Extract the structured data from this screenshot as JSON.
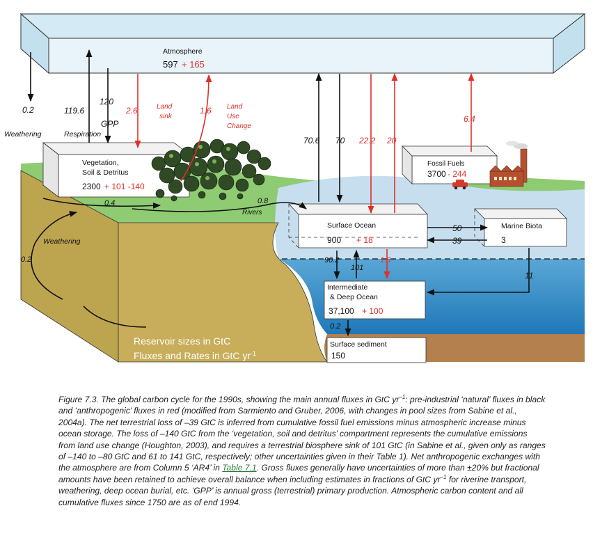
{
  "atmosphere": {
    "label": "Atmosphere",
    "pool": "597",
    "change": "+ 165"
  },
  "vegetation": {
    "label1": "Vegetation,",
    "label2": "Soil & Detritus",
    "pool": "2300",
    "change": "+ 101 -140"
  },
  "fossil": {
    "label": "Fossil Fuels",
    "pool": "3700",
    "change": "- 244"
  },
  "surface_ocean": {
    "label": "Surface Ocean",
    "pool": "900",
    "change": "+ 18"
  },
  "marine_biota": {
    "label": "Marine Biota",
    "pool": "3"
  },
  "deep_ocean": {
    "label1": "Intermediate",
    "label2": "& Deep Ocean",
    "pool": "37,100",
    "change": "+ 100"
  },
  "sediment": {
    "label": "Surface sediment",
    "pool": "150"
  },
  "fluxes": {
    "weathering_atm": "0.2",
    "weathering_atm_label": "Weathering",
    "respiration": "119.6",
    "respiration_label": "Respiration",
    "gpp": "120",
    "gpp_label": "GPP",
    "land_sink": "2.6",
    "land_sink_label1": "Land",
    "land_sink_label2": "sink",
    "land_use": "1.6",
    "land_use_label1": "Land",
    "land_use_label2": "Use",
    "land_use_label3": "Change",
    "ocean_up": "70.6",
    "ocean_down": "70",
    "ocean_anthro_down": "22.2",
    "ocean_anthro_up": "20",
    "fossil_emission": "6.4",
    "rivers_small": "0.4",
    "rivers": "0.8",
    "rivers_label": "Rivers",
    "weathering_ground": "0.2",
    "weathering_ground_label": "Weathering",
    "to_biota": "50",
    "from_biota": "39",
    "biota_down": "11",
    "down_mix": "90.2",
    "up_mix": "101",
    "anthro_down_mix": "1.6",
    "burial": "0.2"
  },
  "legend": {
    "line1": "Reservoir sizes in GtC",
    "line2": "Fluxes and Rates in GtC yr",
    "line2_sup": "-1"
  },
  "caption": {
    "part1": "Figure 7.3. The global carbon cycle for the 1990s, showing the main annual fluxes in GtC yr",
    "sup1": "–1",
    "part2": ": pre-industrial ‘natural’ fluxes in black and ‘anthropogenic’ fluxes in red (modified from Sarmiento and Gruber, 2006, with changes in pool sizes from Sabine et al., 2004a). The net terrestrial loss of –39 GtC is inferred from cumulative fossil fuel emissions minus atmospheric increase minus ocean storage. The loss of –140 GtC from the ‘vegetation, soil and detritus’ compartment represents the cumulative emissions from land use change (Houghton, 2003), and requires a terrestrial biosphere sink of 101 GtC (in Sabine et al., given only as ranges of –140 to –80 GtC and 61 to 141 GtC, respectively; other uncertainties given in their Table 1). Net anthropogenic exchanges with the atmosphere are from Column 5 ‘AR4’ in ",
    "link": "Table 7.1",
    "part3": ". Gross fluxes generally have uncertainties of more than ±20% but fractional amounts have been retained to achieve overall balance when including estimates in fractions of GtC yr",
    "sup2": "–1",
    "part4": " for riverine transport, weathering, deep ocean burial, etc. ‘GPP’ is annual gross (terrestrial) primary production. Atmospheric carbon content and all cumulative fluxes since 1750 are as of end 1994."
  },
  "colors": {
    "atmosphere_top": "#cfe7f2",
    "atmosphere_front": "#e6f3f9",
    "land": "#c9b45e",
    "land_front": "#c8ad5a",
    "grass": "#86c46a",
    "ocean_surface": "#c5ddef",
    "ocean_deep": "#2f8ac6",
    "sediment": "#b07a4a",
    "anthropogenic": "#e0302a",
    "natural": "#111111"
  }
}
